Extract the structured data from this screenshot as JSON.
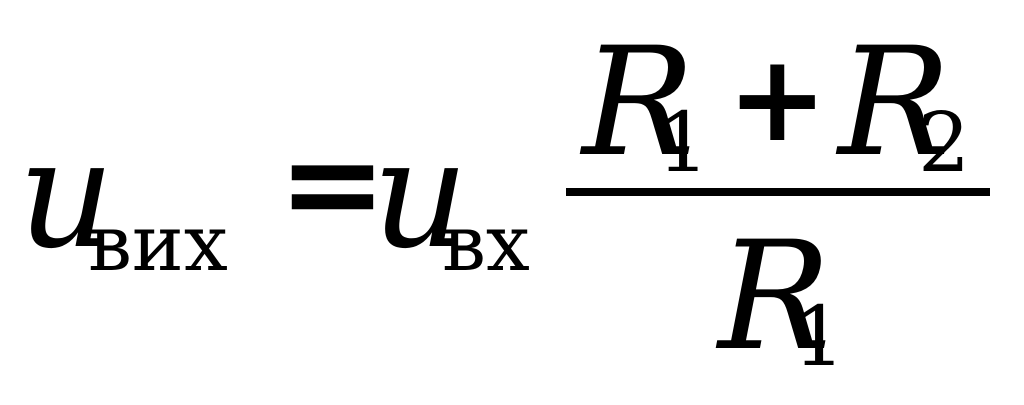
{
  "formula": {
    "lhs": {
      "symbol": "u",
      "subscript": "вих"
    },
    "equals": "=",
    "rhs": {
      "symbol": "u",
      "subscript": "вх",
      "fraction": {
        "numerator": {
          "term1": {
            "symbol": "R",
            "subscript": "1"
          },
          "operator": "+",
          "term2": {
            "symbol": "R",
            "subscript": "2"
          }
        },
        "denominator": {
          "term": {
            "symbol": "R",
            "subscript": "1"
          }
        }
      }
    }
  }
}
